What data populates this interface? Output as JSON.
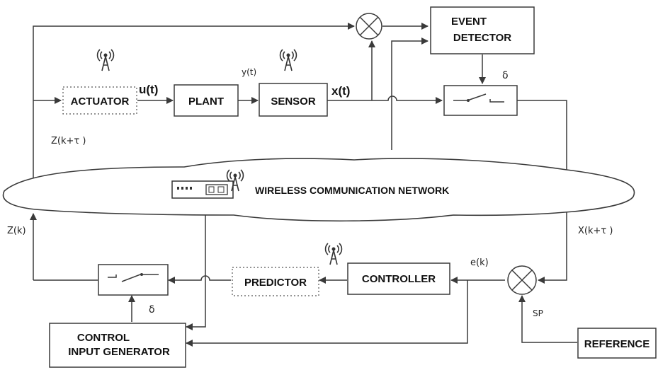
{
  "blocks": {
    "actuator": "ACTUATOR",
    "plant": "PLANT",
    "sensor": "SENSOR",
    "event_detector_line1": "EVENT",
    "event_detector_line2": "DETECTOR",
    "predictor": "PREDICTOR",
    "controller": "CONTROLLER",
    "reference": "REFERENCE",
    "control_input_line1": "CONTROL",
    "control_input_line2": "INPUT GENERATOR"
  },
  "network": {
    "label": "WIRELESS COMMUNICATION NETWORK"
  },
  "signals": {
    "u_t": "u(t)",
    "y_t": "y(t)",
    "x_t": "x(t)",
    "z_k_tau": "Z(k+τ )",
    "z_k": "Z(k)",
    "x_k_tau": "X(k+τ )",
    "e_k": "e(k)",
    "sp": "SP",
    "delta_top": "δ",
    "delta_bottom": "δ"
  },
  "icons": {
    "antenna": "antenna-icon",
    "router": "router-icon"
  },
  "colors": {
    "line": "#3a3a3a",
    "background": "#ffffff"
  }
}
